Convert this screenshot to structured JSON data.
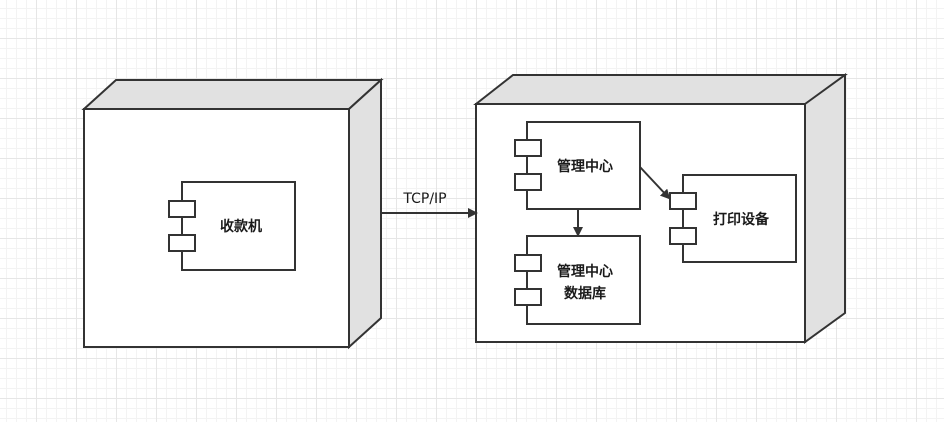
{
  "diagram": {
    "nodes": {
      "left": {
        "components": {
          "pos": {
            "label": "收款机"
          }
        }
      },
      "right": {
        "components": {
          "center": {
            "label": "管理中心"
          },
          "database": {
            "label_line1": "管理中心",
            "label_line2": "数据库"
          },
          "printer": {
            "label": "打印设备"
          }
        }
      }
    },
    "edges": {
      "network": {
        "label": "TCP/IP"
      }
    },
    "colors": {
      "stroke": "#333333",
      "node_top": "#e1e1e1",
      "node_side": "#e1e1e1",
      "node_front": "#ffffff"
    }
  }
}
